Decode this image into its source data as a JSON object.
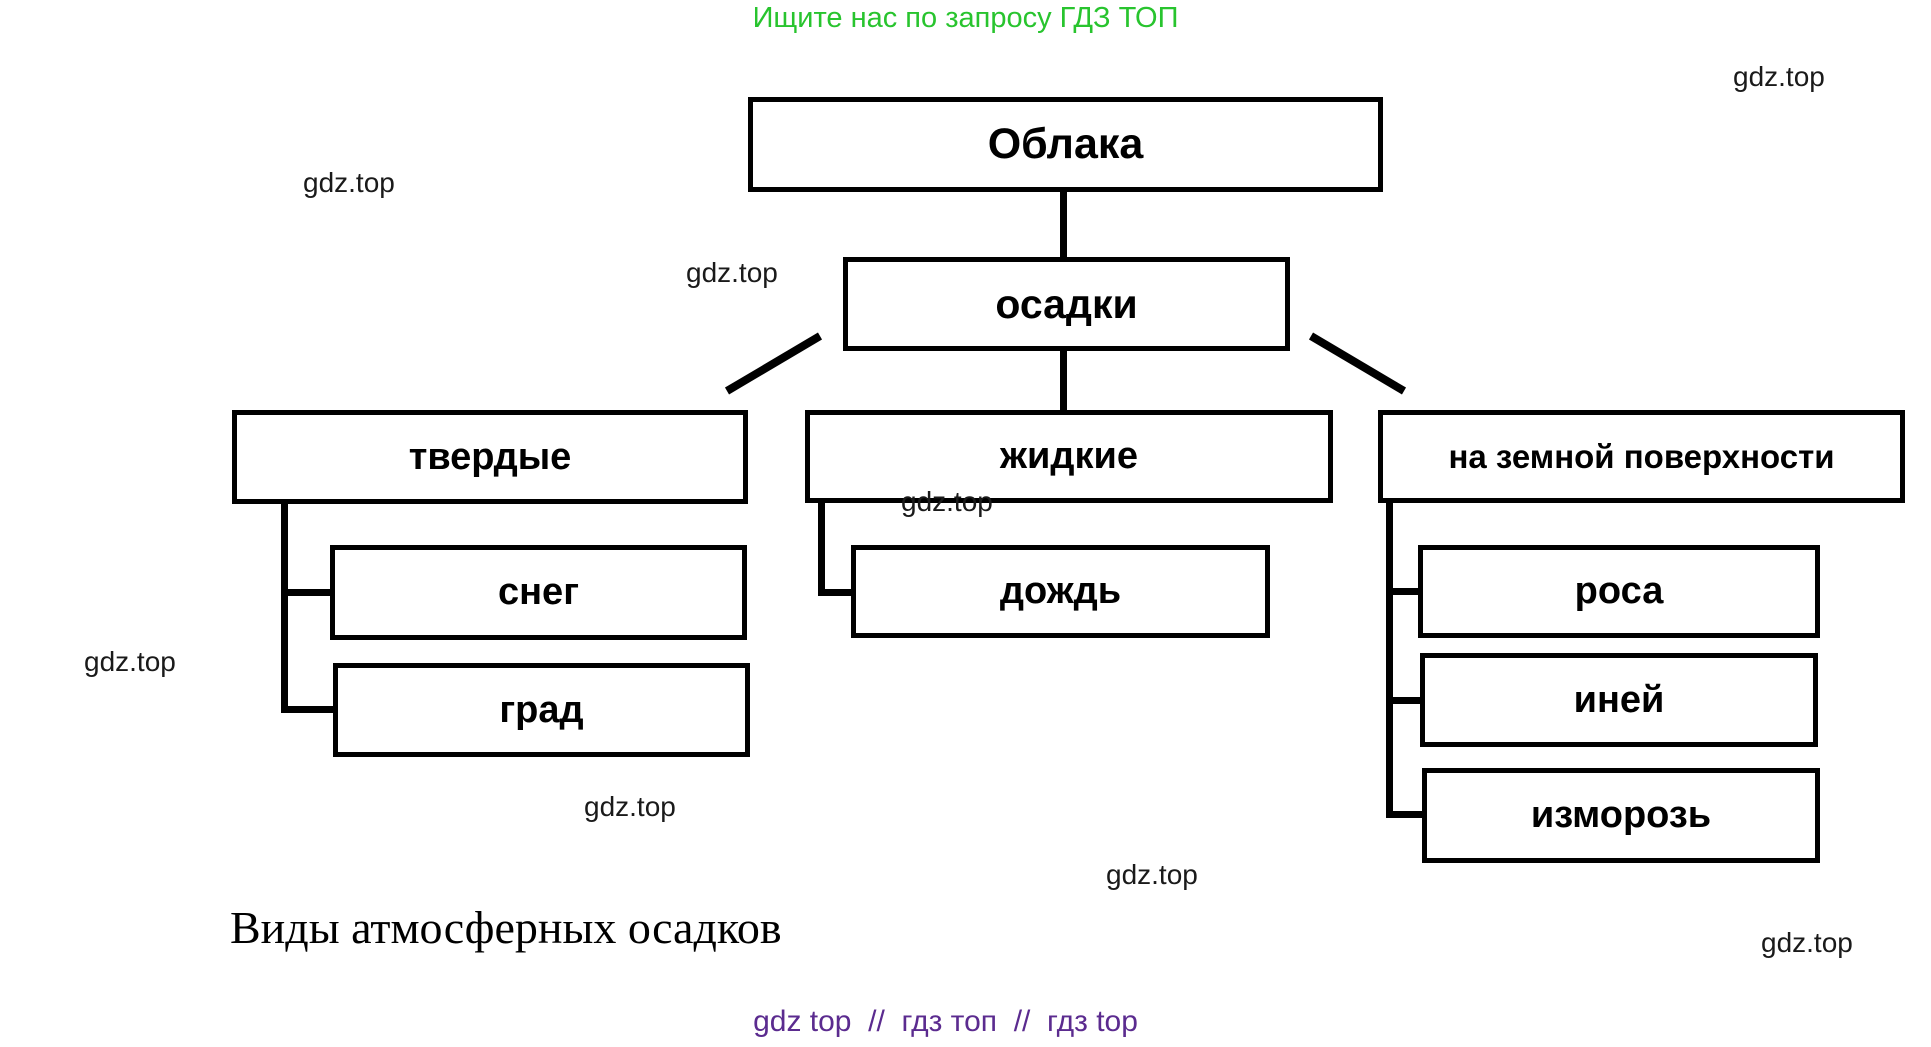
{
  "promo_banner": {
    "text": "Ищите нас по запросу ГДЗ ТОП",
    "color": "#28c42e"
  },
  "watermark": {
    "text": "gdz.top"
  },
  "diagram": {
    "root": {
      "label": "Облака"
    },
    "level2": {
      "label": "осадки"
    },
    "branches": [
      {
        "label": "твердые",
        "children": [
          {
            "label": "снег"
          },
          {
            "label": "град"
          }
        ]
      },
      {
        "label": "жидкие",
        "children": [
          {
            "label": "дождь"
          }
        ]
      },
      {
        "label": "на земной поверхности",
        "children": [
          {
            "label": "роса"
          },
          {
            "label": "иней"
          },
          {
            "label": "изморозь"
          }
        ]
      }
    ]
  },
  "caption": {
    "text": "Виды атмосферных осадков"
  },
  "footer": {
    "text": "gdz top  //  гдз топ  //  гдз top",
    "color": "#5b2b8f"
  }
}
